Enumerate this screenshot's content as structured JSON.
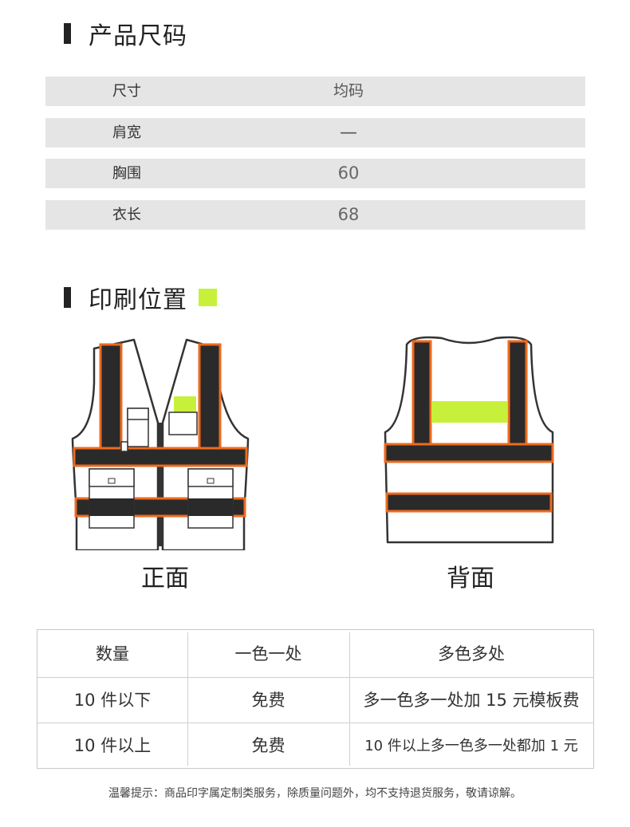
{
  "size_section": {
    "title": "产品尺码",
    "rows": [
      {
        "label": "尺寸",
        "value": "均码"
      },
      {
        "label": "肩宽",
        "value": "—"
      },
      {
        "label": "胸围",
        "value": "60"
      },
      {
        "label": "衣长",
        "value": "68"
      }
    ]
  },
  "print_section": {
    "title": "印刷位置",
    "highlight_color": "#c6f03a",
    "front_label": "正面",
    "back_label": "背面"
  },
  "price_table": {
    "headers": [
      "数量",
      "一色一处",
      "多色多处"
    ],
    "rows": [
      [
        "10 件以下",
        "免费",
        "多一色多一处加 15 元模板费"
      ],
      [
        "10 件以上",
        "免费",
        "10 件以上多一色多一处都加 1 元"
      ]
    ]
  },
  "footnote": "温馨提示：商品印字属定制类服务，除质量问题外，均不支持退货服务，敬请谅解。",
  "colors": {
    "stripe": "#222222",
    "trim": "#ee6a1e",
    "outline": "#333333"
  }
}
